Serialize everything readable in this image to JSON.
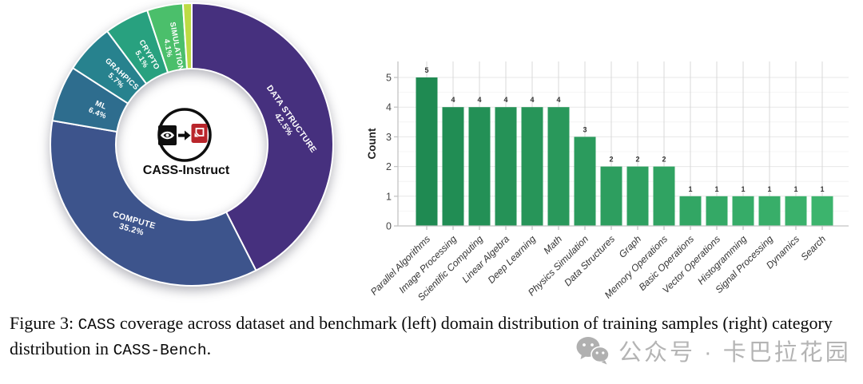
{
  "figure": {
    "kind": "paper-figure",
    "left_panel": "donut domain distribution",
    "right_panel": "bar category distribution"
  },
  "donut": {
    "center_label": "CASS-Instruct",
    "logo": {
      "left_icon": "nvidia-eye-logo",
      "left_color": "#0e0e0e",
      "arrow": "→",
      "right_icon": "amd-arrow-logo",
      "right_color": "#b9252b",
      "ring_color": "#0e0e0e"
    },
    "slices": [
      {
        "label": "DATA STRUCTURE",
        "pct_label": "42.5%",
        "value": 42.5,
        "color": "#46307e"
      },
      {
        "label": "COMPUTE",
        "pct_label": "35.2%",
        "value": 35.2,
        "color": "#3d548c"
      },
      {
        "label": "ML",
        "pct_label": "6.4%",
        "value": 6.4,
        "color": "#2e6d8e"
      },
      {
        "label": "GRAHPICS",
        "pct_label": "5.7%",
        "value": 5.7,
        "color": "#27828e"
      },
      {
        "label": "CRYPTO",
        "pct_label": "5.1%",
        "value": 5.1,
        "color": "#28a17f"
      },
      {
        "label": "SIMULATION",
        "pct_label": "4.1%",
        "value": 4.1,
        "color": "#4bbf6b"
      },
      {
        "label": "",
        "pct_label": "",
        "value": 1.0,
        "color": "#bddb44"
      }
    ],
    "label_text_color": "#ffffff"
  },
  "chart_data": {
    "type": "bar",
    "title": "",
    "xlabel": "",
    "ylabel": "Count",
    "ylim": [
      0,
      5
    ],
    "yticks": [
      0,
      1,
      2,
      3,
      4,
      5
    ],
    "grid": true,
    "legend": "none",
    "categories": [
      "Parallel Algorithms",
      "Image Processing",
      "Scientific Computing",
      "Linear Algebra",
      "Deep Learning",
      "Math",
      "Physics Simulation",
      "Data Structures",
      "Graph",
      "Memory Operations",
      "Basic Operations",
      "Vector Operations",
      "Histogramming",
      "Signal Processing",
      "Dynamics",
      "Search"
    ],
    "values": [
      5,
      4,
      4,
      4,
      4,
      4,
      3,
      2,
      2,
      2,
      1,
      1,
      1,
      1,
      1,
      1
    ],
    "value_labels": [
      "5",
      "4",
      "4",
      "4",
      "4",
      "4",
      "3",
      "2",
      "2",
      "2",
      "1",
      "1",
      "1",
      "1",
      "1",
      "1"
    ],
    "bar_color_start": "#1f8a52",
    "bar_color_end": "#3cb46d",
    "grid_color_major": "#e7e7e7",
    "grid_color_minor": "#f4f4f4",
    "vline_color": "#d8d8d8",
    "axis_color": "#c4c4c4",
    "tick_label_color": "#444444",
    "category_label_color": "#333333"
  },
  "caption": {
    "prefix": "Figure 3: ",
    "code1": "CASS",
    "middle": " coverage across dataset and benchmark (left) domain distribution of training samples (right) category distribution in ",
    "code2": "CASS-Bench",
    "suffix": "."
  },
  "watermark": {
    "icon": "wechat-icon",
    "text": "公众号 · 卡巴拉花园",
    "color": "#b4b4b4"
  }
}
